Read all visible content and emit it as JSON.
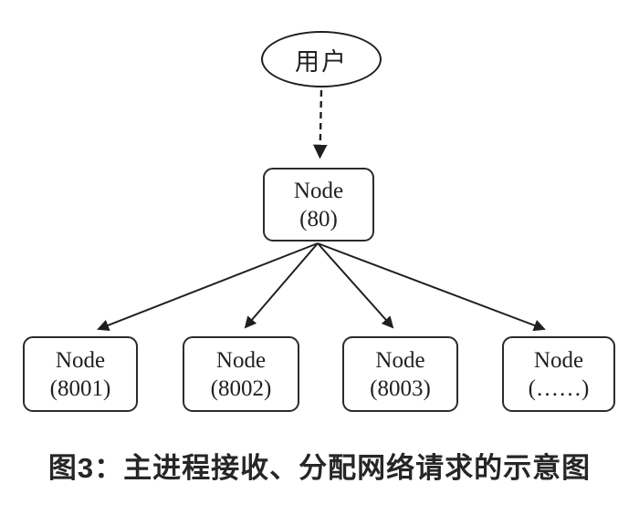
{
  "diagram": {
    "user": {
      "label": "用户"
    },
    "root_node": {
      "line1": "Node",
      "line2": "(80)"
    },
    "worker_nodes": [
      {
        "line1": "Node",
        "line2": "(8001)"
      },
      {
        "line1": "Node",
        "line2": "(8002)"
      },
      {
        "line1": "Node",
        "line2": "(8003)"
      },
      {
        "line1": "Node",
        "line2": "(……)"
      }
    ],
    "caption": "图3：主进程接收、分配网络请求的示意图"
  },
  "colors": {
    "line": "#1f1f1f",
    "caption": "#262626",
    "background": "#ffffff"
  }
}
